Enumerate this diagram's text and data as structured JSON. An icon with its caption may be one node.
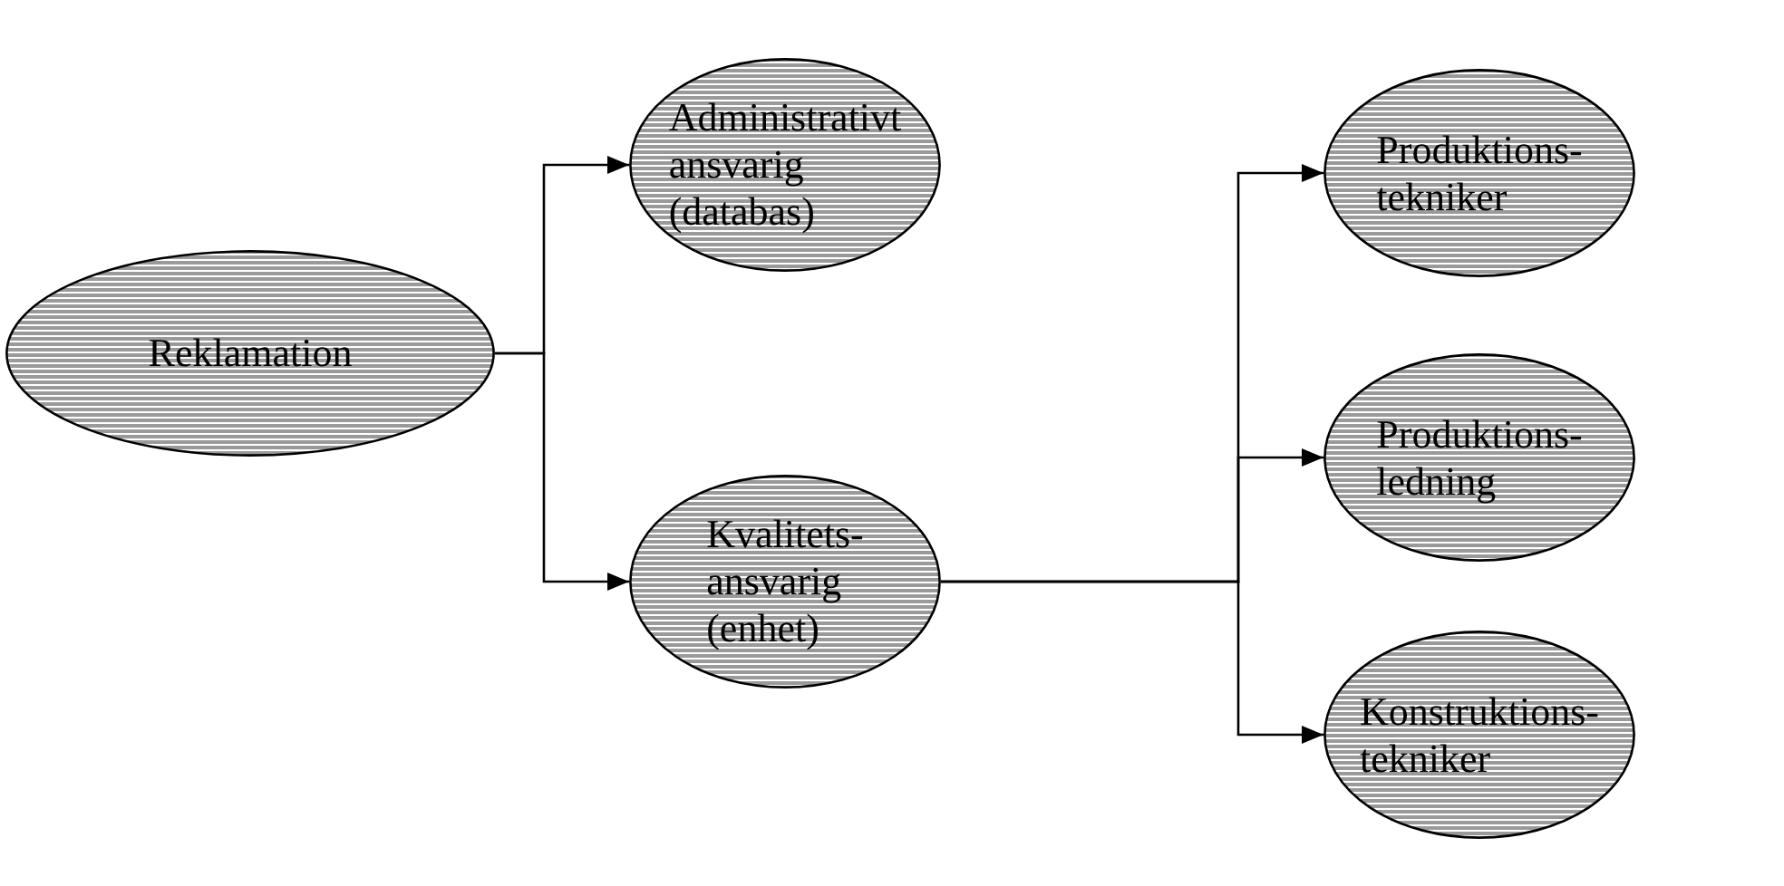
{
  "diagram": {
    "nodes": [
      {
        "text": [
          "Reklamation"
        ]
      },
      {
        "text": [
          "Administrativt ansvarig (databas)"
        ]
      },
      {
        "text": [
          "Kvalitets- ansvarig (enhet)"
        ]
      },
      {
        "text": [
          "Produktions- tekniker"
        ]
      },
      {
        "text": [
          "Produktions- ledning"
        ]
      },
      {
        "text": [
          "Konstruktions- tekniker"
        ]
      }
    ],
    "edges": [
      {
        "from": 0,
        "to": 1,
        "arrow": "to"
      },
      {
        "from": 0,
        "to": 2,
        "arrow": "to"
      },
      {
        "from": 2,
        "to": 3,
        "arrow": "to"
      },
      {
        "from": 2,
        "to": 4,
        "arrow": "to"
      },
      {
        "from": 2,
        "to": 5,
        "arrow": "to"
      }
    ]
  }
}
